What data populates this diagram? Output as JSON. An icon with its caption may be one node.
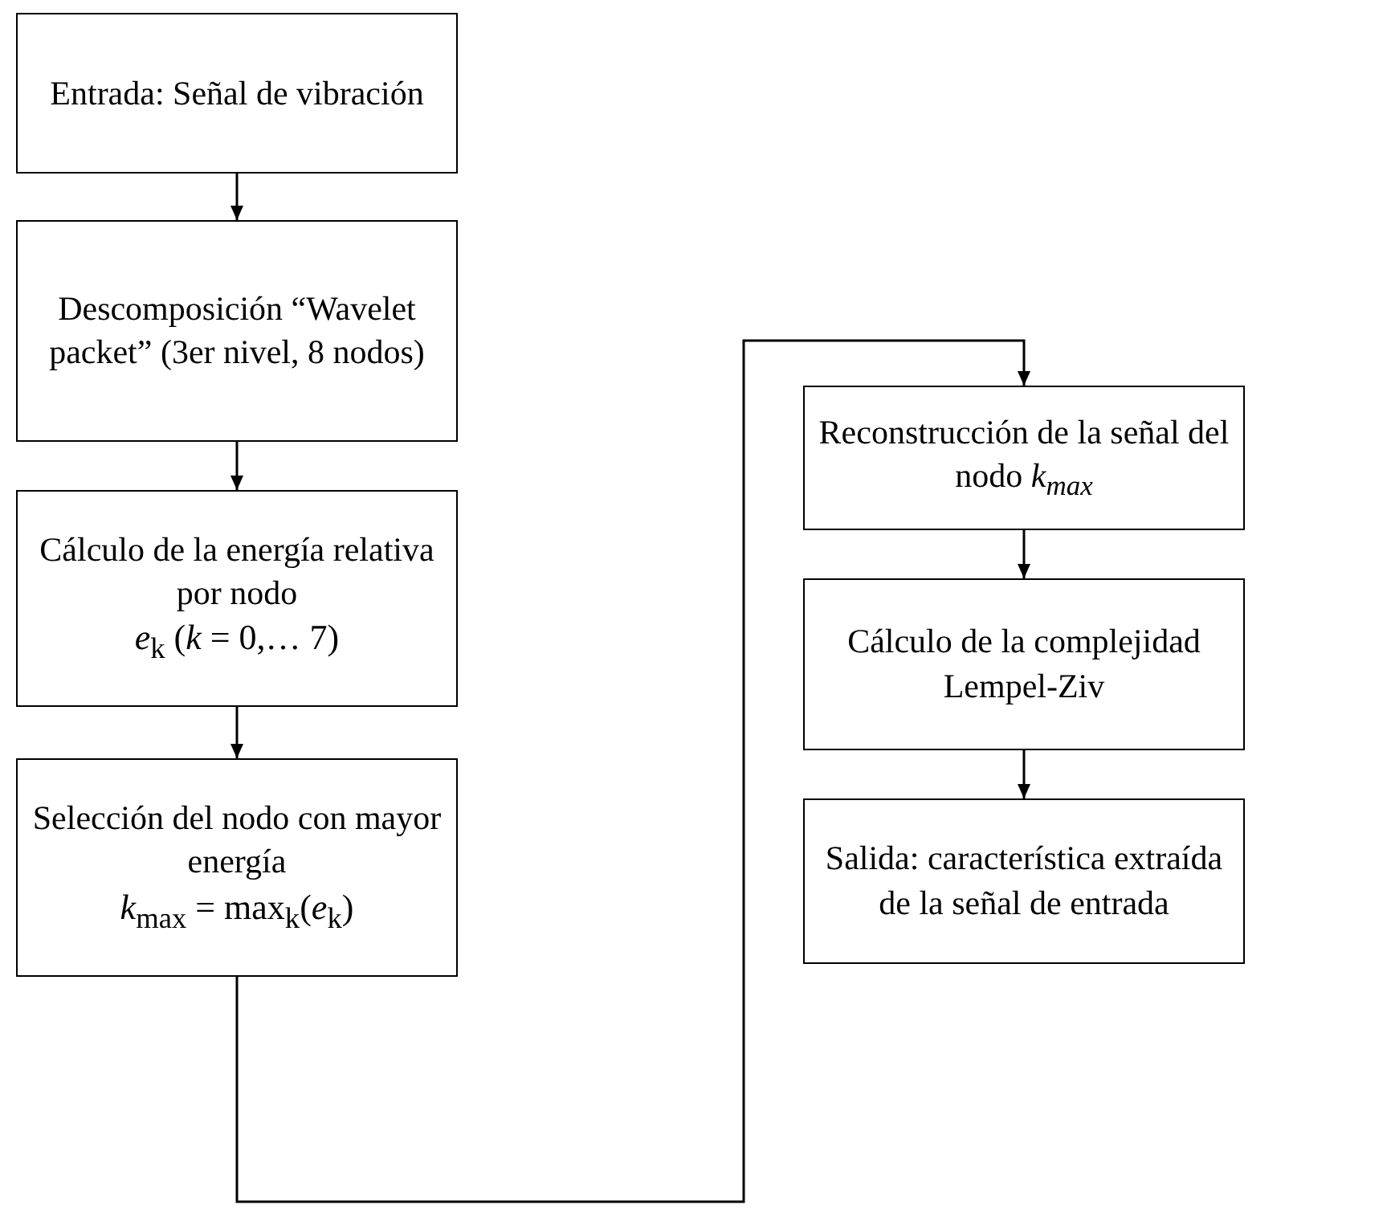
{
  "diagram": {
    "nodes": [
      {
        "text": [
          "Entrada: Señal de vibración"
        ]
      },
      {
        "text": [
          "Descomposición “Wavelet packet” (3er nivel, 8 nodos)"
        ]
      },
      {
        "text": [
          "Cálculo de la energía relativa por nodo",
          "*e*$_{k}$ (*k* = 0,… 7)"
        ]
      },
      {
        "text": [
          "Selección del nodo con mayor energía",
          "*k*$_{max}$ = max$_{k}$(*e*$_{k}$)"
        ]
      },
      {
        "text": [
          "Reconstrucción de la señal del nodo *k$_{max}$*"
        ]
      },
      {
        "text": [
          "Cálculo de la complejidad Lempel-Ziv"
        ]
      },
      {
        "text": [
          "Salida: característica extraída de la señal de entrada"
        ]
      }
    ],
    "edges": [
      {
        "from": 0,
        "to": 1,
        "arrow": "to"
      },
      {
        "from": 1,
        "to": 2,
        "arrow": "to"
      },
      {
        "from": 2,
        "to": 3,
        "arrow": "to"
      },
      {
        "from": 3,
        "to": 4,
        "arrow": "to"
      },
      {
        "from": 4,
        "to": 5,
        "arrow": "to"
      },
      {
        "from": 5,
        "to": 6,
        "arrow": "to"
      }
    ]
  }
}
